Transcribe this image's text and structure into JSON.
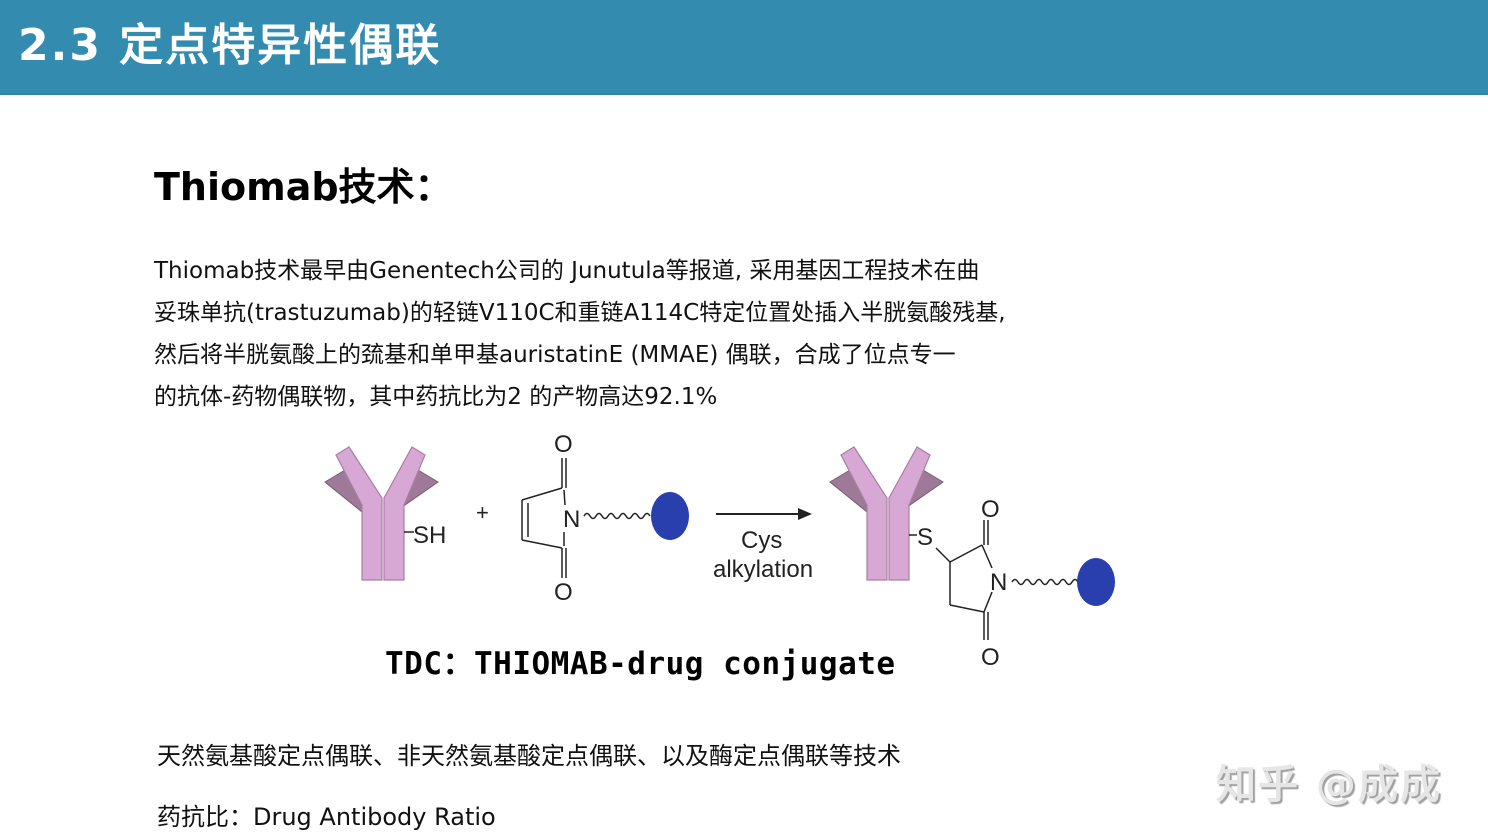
{
  "header": {
    "title": "2.3 定点特异性偶联",
    "background_color": "#338caf"
  },
  "section": {
    "subtitle": "Thiomab技术："
  },
  "paragraph": {
    "lines": [
      "Thiomab技术最早由Genentech公司的 Junutula等报道, 采用基因工程技术在曲",
      "妥珠单抗(trastuzumab)的轻链V110C和重链A114C特定位置处插入半胱氨酸残基,",
      "然后将半胱氨酸上的巯基和单甲基auristatinE (MMAE) 偶联，合成了位点专一",
      "的抗体-药物偶联物，其中药抗比为2 的产物高达92.1%"
    ]
  },
  "diagram": {
    "reactant_label_sh": "SH",
    "plus_sign": "+",
    "maleimide_oxygen_top": "O",
    "maleimide_oxygen_bottom": "O",
    "maleimide_nitrogen": "N",
    "arrow_label_line1": "Cys",
    "arrow_label_line2": "alkylation",
    "product_sulfur": "S",
    "product_oxygen_top": "O",
    "product_oxygen_bottom": "O",
    "product_nitrogen": "N",
    "antibody_color": "#d8a8d4",
    "antibody_dark_color": "#9e7a98",
    "drug_color": "#2a3fae",
    "caption": "TDC：THIOMAB-drug conjugate"
  },
  "footer": {
    "line1": "天然氨基酸定点偶联、非天然氨基酸定点偶联、以及酶定点偶联等技术",
    "line2": "药抗比：Drug Antibody Ratio"
  },
  "watermark": {
    "text": "知乎 @成成"
  }
}
